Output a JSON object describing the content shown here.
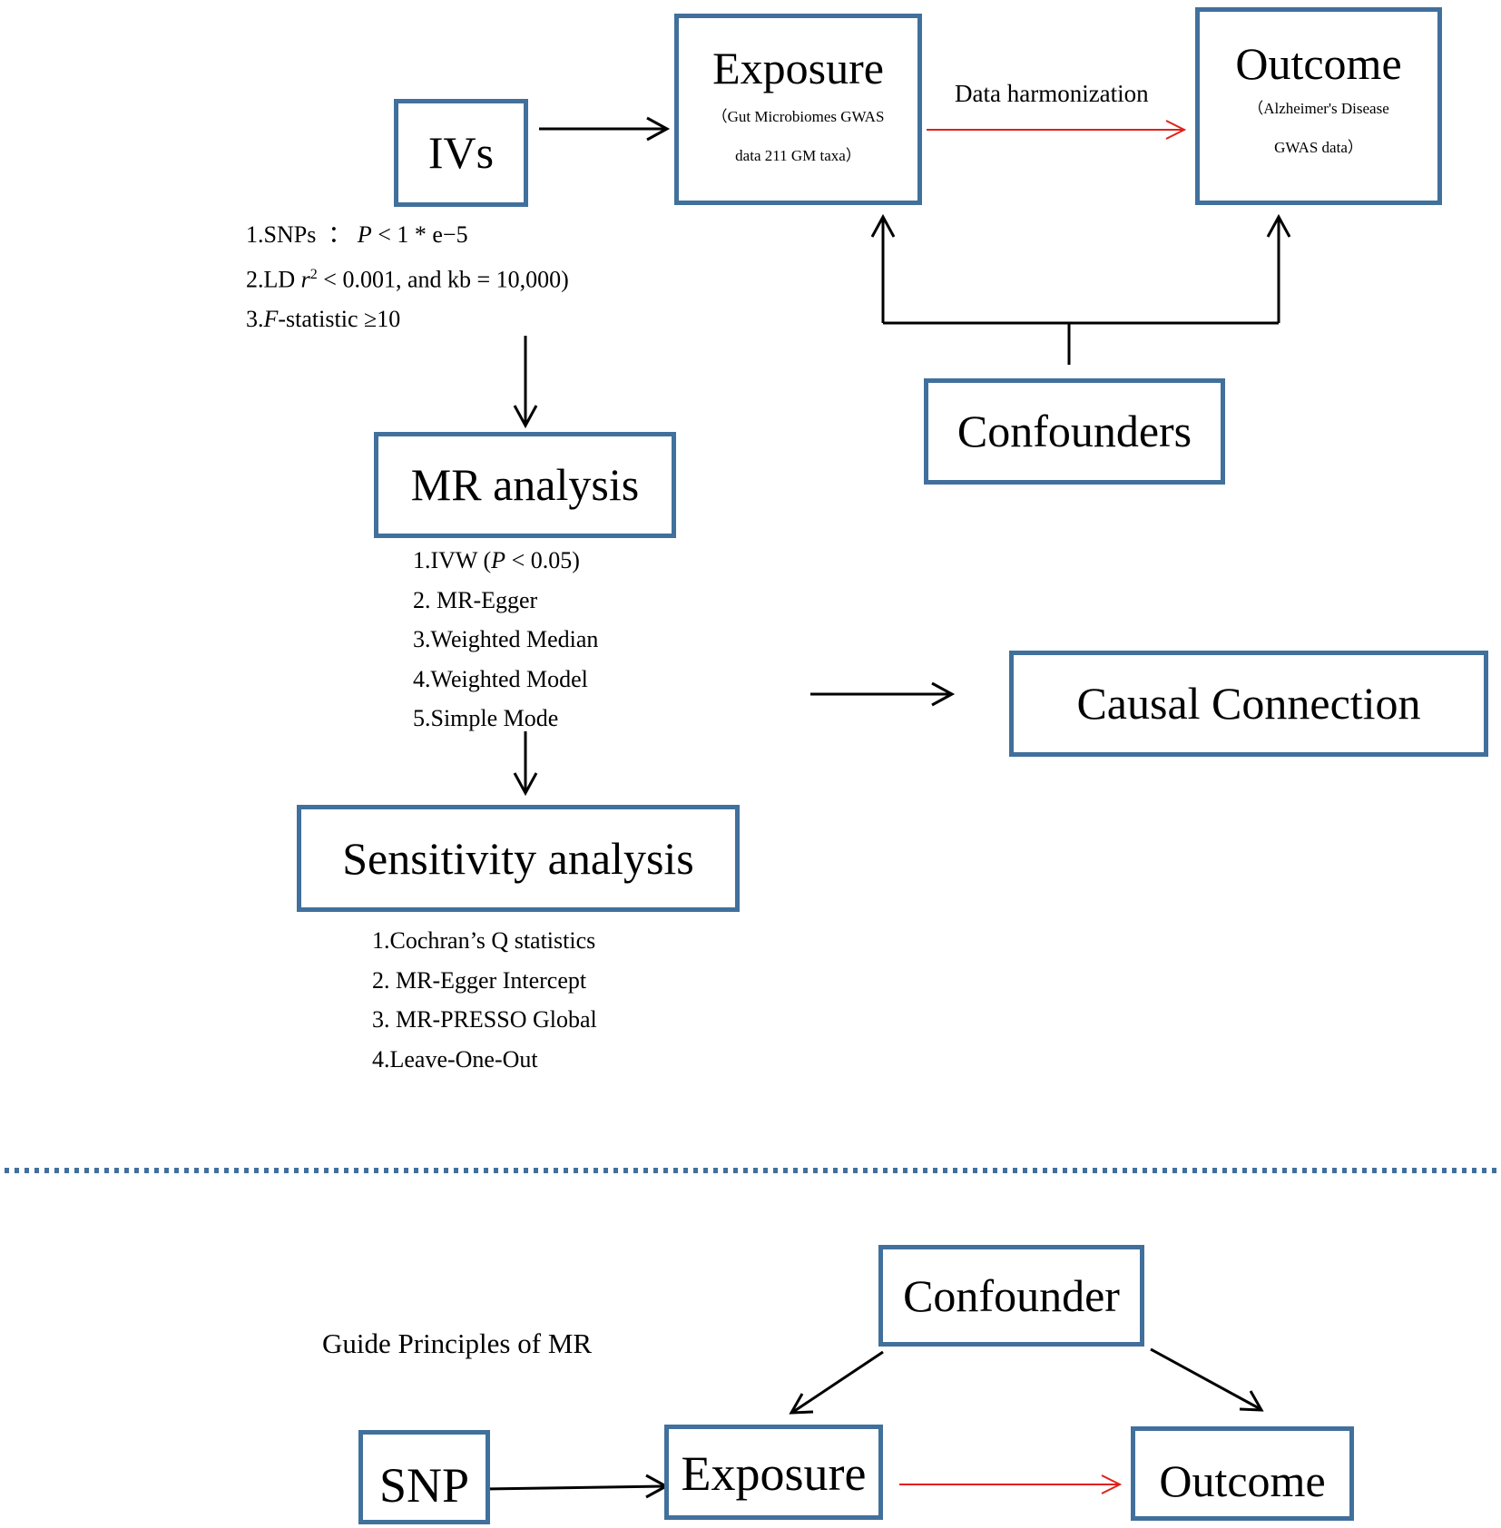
{
  "top": {
    "ivs": {
      "title": "IVs"
    },
    "ivs_criteria": [
      {
        "pre": "1.SNPs  ： ",
        "em": "P",
        "post": " < 1 * e−5"
      },
      {
        "pre": "2.LD ",
        "em": "r",
        "sup": "2",
        "post": " < 0.001, and kb = 10,000)"
      },
      {
        "pre": "3.",
        "em": "F",
        "post": "-statistic ≥10"
      }
    ],
    "exposure": {
      "title": "Exposure",
      "sub1": "（Gut Microbiomes GWAS",
      "sub2": "data 211 GM taxa）"
    },
    "harmonization_label": "Data harmonization",
    "outcome": {
      "title": "Outcome",
      "sub1": "（Alzheimer's Disease",
      "sub2": "GWAS data）"
    },
    "confounders": {
      "title": "Confounders"
    },
    "mr_analysis": {
      "title": "MR analysis"
    },
    "mr_methods": [
      {
        "pre": "1.IVW (",
        "em": "P",
        "post": " < 0.05)"
      },
      {
        "pre": "2. MR-Egger"
      },
      {
        "pre": "3.Weighted Median"
      },
      {
        "pre": "4.Weighted Model"
      },
      {
        "pre": "5.Simple Mode"
      }
    ],
    "causal": {
      "title": "Causal Connection"
    },
    "sensitivity": {
      "title": "Sensitivity analysis"
    },
    "sensitivity_methods": [
      "1.Cochran’s Q statistics",
      "2. MR-Egger Intercept",
      "3. MR-PRESSO Global",
      "4.Leave-One-Out"
    ]
  },
  "bottom": {
    "guide_label": "Guide Principles of MR",
    "confounder": {
      "title": "Confounder"
    },
    "snp": {
      "title": "SNP"
    },
    "exposure": {
      "title": "Exposure"
    },
    "outcome": {
      "title": "Outcome"
    }
  },
  "colors": {
    "box_border": "#41709c",
    "divider": "#41709c",
    "causal_arrow": "#e0201a",
    "arrow": "#000000"
  }
}
